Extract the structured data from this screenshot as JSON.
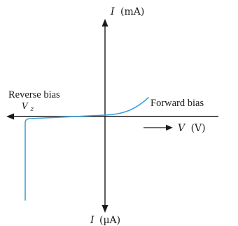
{
  "axes": {
    "y_top_label": {
      "symbol": "I",
      "unit": "(mA)"
    },
    "y_bottom_label": {
      "symbol": "I",
      "unit": "(µA)"
    },
    "x_label": {
      "symbol": "V",
      "unit": "(V)"
    }
  },
  "regions": {
    "reverse": "Reverse bias",
    "forward": "Forward bias"
  },
  "breakdown_marker": {
    "symbol": "V",
    "subscript": "z"
  },
  "colors": {
    "axis": "#1a1a1a",
    "curve": "#3ba3dc",
    "text": "#1a1a1a"
  }
}
